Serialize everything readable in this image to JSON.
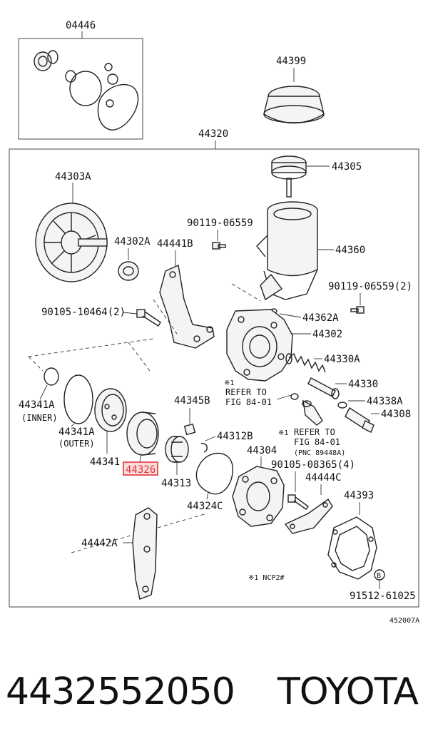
{
  "diagram": {
    "callouts": {
      "c04446": "04446",
      "c44399": "44399",
      "c44320": "44320",
      "c44305": "44305",
      "c44303A": "44303A",
      "c90119a": "90119-06559",
      "c44360": "44360",
      "c44302A": "44302A",
      "c44441B": "44441B",
      "c90119b": "90119-06559(2)",
      "c90105a": "90105-10464(2)",
      "c44362A": "44362A",
      "c44302": "44302",
      "c44330A": "44330A",
      "c44330": "44330",
      "c44338A": "44338A",
      "c44308": "44308",
      "c44341A1": "44341A",
      "c44341A1sub": "(INNER)",
      "c44341A2": "44341A",
      "c44341A2sub": "(OUTER)",
      "c44341": "44341",
      "c44326": "44326",
      "c44345B": "44345B",
      "c44313": "44313",
      "c44312B": "44312B",
      "c44304": "44304",
      "c90105b": "90105-08365(4)",
      "c44444C": "44444C",
      "c44324C": "44324C",
      "c44393": "44393",
      "c44442A": "44442A",
      "c91512": "91512-61025",
      "cB": "B"
    },
    "refer1_mark": "※1",
    "refer1_line1": "REFER TO",
    "refer1_line2": "FIG 84-01",
    "refer2_mark": "※1",
    "refer2_line1": "REFER TO",
    "refer2_line2": "FIG 84-01",
    "refer2_line3": "(PNC 89448A)",
    "note": "※1 NCP2#",
    "figure_id": "452007A",
    "highlighted_part": "44326",
    "highlight_color": "#e3363a"
  },
  "footer": {
    "part_number": "4432552050",
    "brand": "TOYOTA"
  }
}
